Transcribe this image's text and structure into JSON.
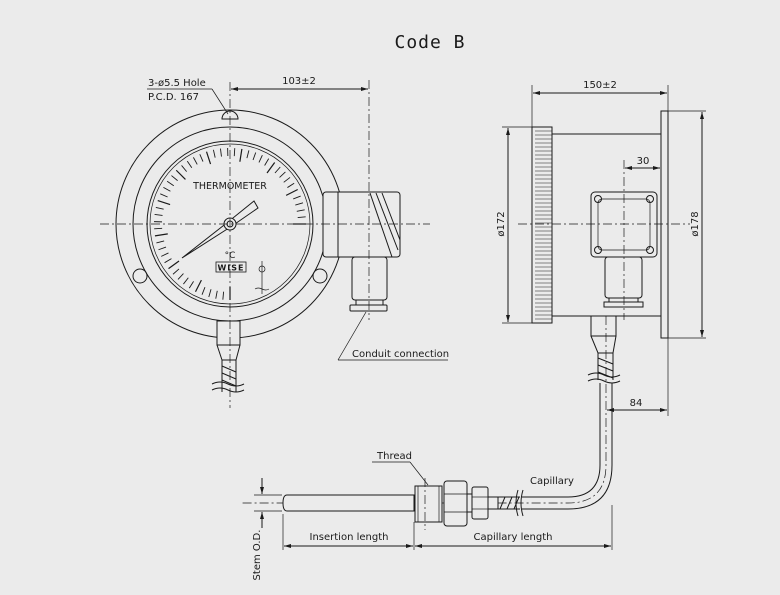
{
  "title": "Code B",
  "front_view": {
    "hole_label_line1": "3-ø5.5 Hole",
    "hole_label_line2": "P.C.D. 167",
    "dim_depth": "103±2",
    "dial_text": "THERMOMETER",
    "unit": "°C",
    "brand": "WISE",
    "conduit_label": "Conduit connection"
  },
  "side_view": {
    "dim_length": "150±2",
    "dim_bezel_dia": "ø172",
    "dim_flange_dia": "ø178",
    "dim_box_offset": "30",
    "dim_capillary_offset": "84"
  },
  "probe": {
    "thread_label": "Thread",
    "capillary_label": "Capillary",
    "insertion_length_label": "Insertion length",
    "capillary_length_label": "Capillary length",
    "stem_od_label": "Stem O.D."
  }
}
